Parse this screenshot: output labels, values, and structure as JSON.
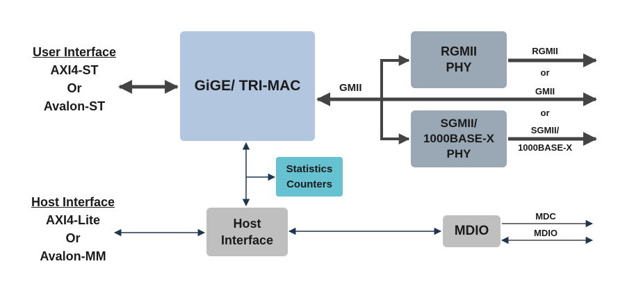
{
  "user_interface": {
    "title": "User Interface",
    "lines": [
      "AXI4-ST",
      "Or",
      "Avalon-ST"
    ]
  },
  "host_interface_label": {
    "title": "Host Interface",
    "lines": [
      "AXI4-Lite",
      "Or",
      "Avalon-MM"
    ]
  },
  "mac_block": {
    "label": "GiGE/ TRI-MAC",
    "color": "#b3c6e0"
  },
  "rgmii_phy": {
    "lines": [
      "RGMII",
      "PHY"
    ],
    "color": "#9aa7b4"
  },
  "sgmii_phy": {
    "lines": [
      "SGMII/",
      "1000BASE-X",
      "PHY"
    ],
    "color": "#9aa7b4"
  },
  "stats_block": {
    "lines": [
      "Statistics",
      "Counters"
    ],
    "color": "#66c2d0"
  },
  "host_block": {
    "lines": [
      "Host",
      "Interface"
    ],
    "color": "#bfbfbf"
  },
  "mdio_block": {
    "label": "MDIO",
    "color": "#bfbfbf"
  },
  "signals": {
    "gmii_bus": "GMII",
    "out_rgmii": "RGMII",
    "or_1": "or",
    "out_gmii": "GMII",
    "or_2": "or",
    "out_sgmii_1": "SGMII/",
    "out_sgmii_2": "1000BASE-X",
    "mdc": "MDC",
    "mdio": "MDIO"
  },
  "colors": {
    "thick_arrow": "#444444",
    "thin_arrow": "#1f3550"
  }
}
